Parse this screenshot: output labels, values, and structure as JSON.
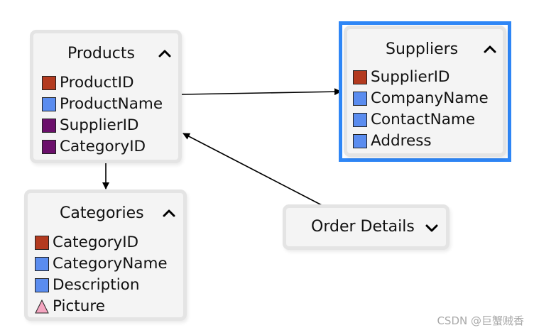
{
  "colors": {
    "key": "#b33a1f",
    "string": "#5a8cef",
    "foreign_key": "#6b0f6b",
    "image": "#f4a5c0",
    "selection": "#2e86f6",
    "link": "#000000"
  },
  "nodes": {
    "products": {
      "title": "Products",
      "toggle_icon": "chevron-up-icon",
      "fields": [
        {
          "label": "ProductID",
          "icon": "key-square-icon"
        },
        {
          "label": "ProductName",
          "icon": "string-square-icon"
        },
        {
          "label": "SupplierID",
          "icon": "foreign-key-square-icon"
        },
        {
          "label": "CategoryID",
          "icon": "foreign-key-square-icon"
        }
      ]
    },
    "suppliers": {
      "title": "Suppliers",
      "selected": true,
      "toggle_icon": "chevron-up-icon",
      "fields": [
        {
          "label": "SupplierID",
          "icon": "key-square-icon"
        },
        {
          "label": "CompanyName",
          "icon": "string-square-icon"
        },
        {
          "label": "ContactName",
          "icon": "string-square-icon"
        },
        {
          "label": "Address",
          "icon": "string-square-icon"
        }
      ]
    },
    "categories": {
      "title": "Categories",
      "toggle_icon": "chevron-up-icon",
      "fields": [
        {
          "label": "CategoryID",
          "icon": "key-square-icon"
        },
        {
          "label": "CategoryName",
          "icon": "string-square-icon"
        },
        {
          "label": "Description",
          "icon": "string-square-icon"
        },
        {
          "label": "Picture",
          "icon": "triangle-icon"
        }
      ]
    },
    "order_details": {
      "title": "Order Details",
      "toggle_icon": "chevron-down-icon",
      "collapsed": true
    }
  },
  "links": [
    {
      "from": "products",
      "to": "suppliers"
    },
    {
      "from": "products",
      "to": "categories"
    },
    {
      "from": "order_details",
      "to": "products"
    }
  ],
  "watermark": "CSDN @巨蟹贼香"
}
